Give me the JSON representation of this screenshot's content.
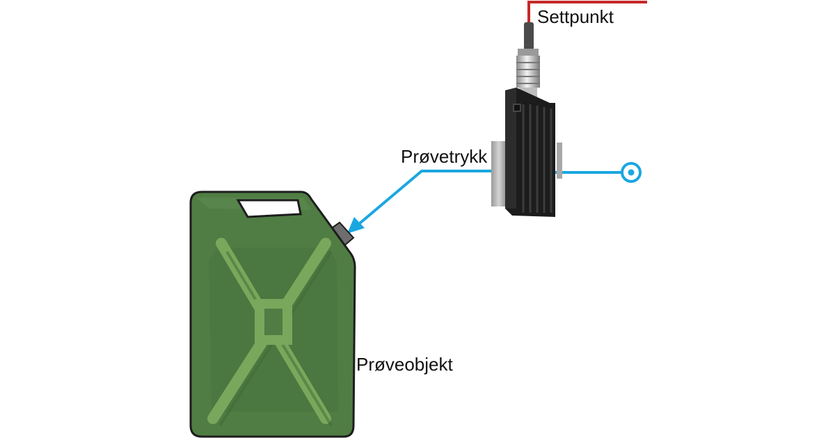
{
  "labels": {
    "setpoint": "Settpunkt",
    "test_pressure": "Prøvetrykk",
    "test_object": "Prøveobjekt"
  },
  "colors": {
    "setpoint_line": "#c62828",
    "pressure_line": "#1aa7e0",
    "canister_body": "#4f7d43",
    "canister_ribs": "#79a85c",
    "controller_body": "#1c1c1c"
  },
  "icons": {
    "controller": "pressure-controller-icon",
    "test_object": "jerry-can-icon",
    "pressure_port": "pressure-port-icon"
  }
}
